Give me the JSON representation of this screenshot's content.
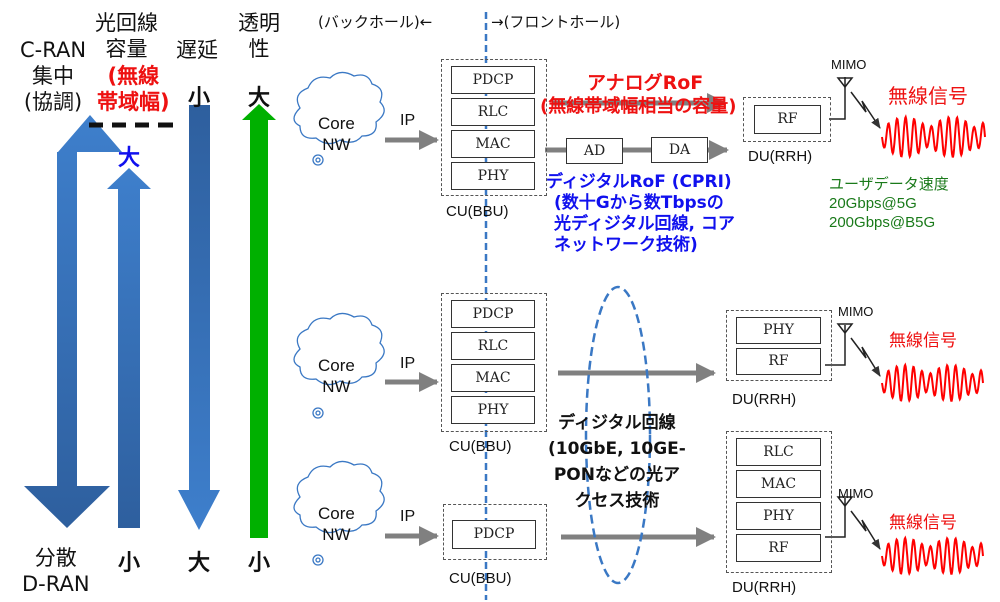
{
  "left_panel": {
    "columns": [
      {
        "id": "cran",
        "header": [
          "C-RAN",
          "集中",
          "(協調)"
        ],
        "top": "",
        "bottom": [
          "分散",
          "D-RAN"
        ]
      },
      {
        "id": "capacity",
        "header": [
          "光回線",
          "容量"
        ],
        "note": [
          "(無線",
          "帯域幅)"
        ],
        "top": "大",
        "bottom": "小"
      },
      {
        "id": "latency",
        "header": [
          "遅延"
        ],
        "top": "小",
        "bottom": "大"
      },
      {
        "id": "transparency",
        "header": [
          "透明",
          "性"
        ],
        "top": "大",
        "bottom": "小"
      }
    ]
  },
  "header": {
    "backhaul": "(バックホール)←",
    "fronthaul": "→(フロントホール)"
  },
  "colors": {
    "arrow_blue": "#3a78c4",
    "arrow_dark_blue": "#2e5f9e",
    "arrow_green": "#00b000",
    "signal_red": "#ff0000",
    "text_red": "#ee1111",
    "text_blue": "#1010ee",
    "text_green": "#1a7a1a",
    "link_gray": "#808080",
    "divider_blue": "#3a78c4"
  },
  "rows": [
    {
      "core": [
        "Core",
        "NW"
      ],
      "ip": "IP",
      "cu_layers": [
        "PDCP",
        "RLC",
        "MAC",
        "PHY"
      ],
      "cu_label": "CU(BBU)",
      "du_layers": [
        "RF"
      ],
      "du_label": "DU(RRH)",
      "mimo": "MIMO",
      "signal": "無線信号",
      "analog": [
        "アナログRoF",
        "(無線帯域幅相当の容量)"
      ],
      "ad": "AD",
      "da": "DA",
      "digital": [
        "ディジタルRoF (CPRI)",
        "(数十Gから数Tbpsの",
        "光ディジタル回線, コア",
        "ネットワーク技術)"
      ],
      "user_rate": [
        "ユーザデータ速度",
        "20Gbps@5G",
        "200Gbps@B5G"
      ]
    },
    {
      "core": [
        "Core",
        "NW"
      ],
      "ip": "IP",
      "cu_layers": [
        "PDCP",
        "RLC",
        "MAC",
        "PHY"
      ],
      "cu_label": "CU(BBU)",
      "du_layers": [
        "PHY",
        "RF"
      ],
      "du_label": "DU(RRH)",
      "mimo": "MIMO",
      "signal": "無線信号"
    },
    {
      "core": [
        "Core",
        "NW"
      ],
      "ip": "IP",
      "cu_layers": [
        "PDCP"
      ],
      "cu_label": "CU(BBU)",
      "du_layers": [
        "RLC",
        "MAC",
        "PHY",
        "RF"
      ],
      "du_label": "DU(RRH)",
      "mimo": "MIMO",
      "signal": "無線信号"
    }
  ],
  "digital_line": [
    "ディジタル回線",
    "(10GbE, 10GE-",
    "PONなどの光ア",
    "クセス技術"
  ]
}
